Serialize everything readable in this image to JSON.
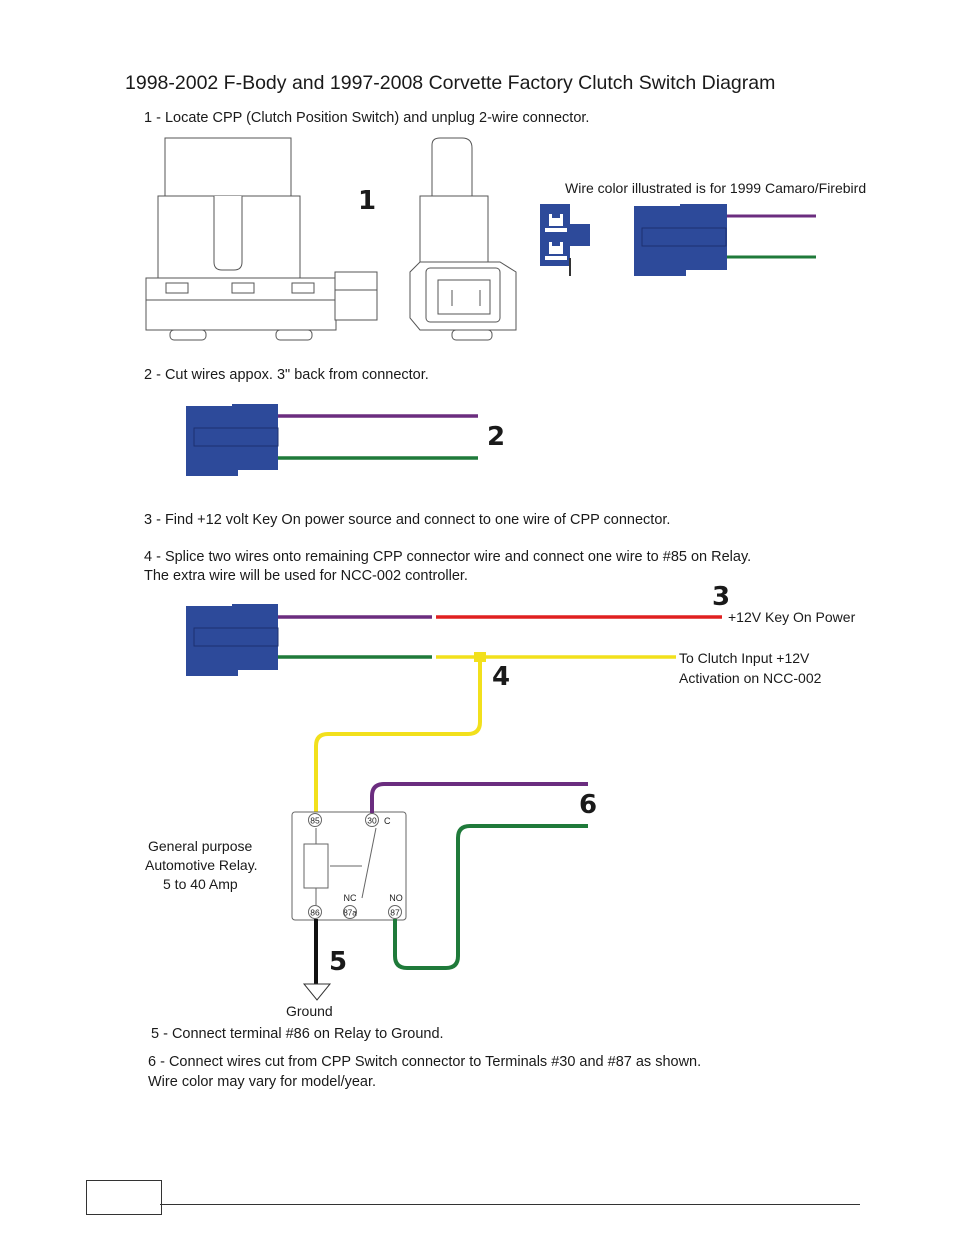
{
  "title": "1998-2002 F-Body and 1997-2008 Corvette Factory Clutch Switch Diagram",
  "steps": {
    "s1": "1 - Locate CPP (Clutch Position Switch) and unplug 2-wire connector.",
    "s2": "2 - Cut wires appox. 3\" back from connector.",
    "s3": "3 - Find +12 volt Key On power source and connect to one wire of CPP connector.",
    "s4a": "4 - Splice two wires onto remaining CPP connector wire and connect one wire to #85 on Relay.",
    "s4b": "The extra wire will be used for NCC-002 controller.",
    "s5": "5 - Connect terminal #86 on Relay to Ground.",
    "s6a": "6 - Connect wires cut from CPP Switch connector to Terminals #30 and #87 as shown.",
    "s6b": "Wire color may vary for model/year."
  },
  "labels": {
    "wire_color_note": "Wire color illustrated is for 1999 Camaro/Firebird",
    "key_on_power": "+12V Key On Power",
    "clutch_input_1": "To Clutch Input +12V",
    "clutch_input_2": "Activation on NCC-002",
    "relay_1": "General purpose",
    "relay_2": "Automotive Relay.",
    "relay_3": "5 to 40 Amp",
    "ground": "Ground"
  },
  "callouts": {
    "n1": "1",
    "n2": "2",
    "n3": "3",
    "n4": "4",
    "n5": "5",
    "n6": "6"
  },
  "relay_terminals": {
    "t85": "85",
    "t30": "30",
    "c": "C",
    "nc": "NC",
    "no": "NO",
    "t86": "86",
    "t87a": "87a",
    "t87": "87"
  },
  "colors": {
    "connector_blue": "#2d4a9a",
    "wire_purple": "#6b2d7f",
    "wire_green": "#1f7a3a",
    "wire_red": "#e02020",
    "wire_yellow": "#f2e01c",
    "wire_black": "#111111"
  }
}
